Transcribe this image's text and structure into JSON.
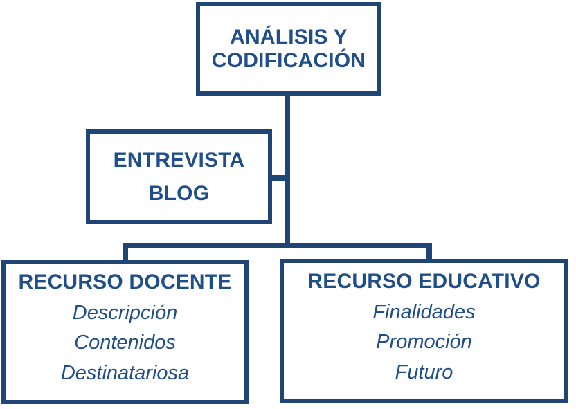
{
  "diagram": {
    "title": "Análisis y codificación",
    "background_color": "#ffffff",
    "line_color": "#1f4576",
    "text_color": "#1f4e89",
    "nodes": {
      "analisis": {
        "title_line_1": "ANÁLISIS Y",
        "title_line_2": "CODIFICACIÓN"
      },
      "entrevista": {
        "title_line_1": "ENTREVISTA",
        "title_line_2": "BLOG"
      },
      "recurso_docente": {
        "title": "RECURSO DOCENTE",
        "items": [
          "Descripción",
          "Contenidos",
          "Destinatariosa"
        ]
      },
      "recurso_educativo": {
        "title": "RECURSO EDUCATIVO",
        "items": [
          "Finalidades",
          "Promoción",
          "Futuro"
        ]
      }
    }
  }
}
